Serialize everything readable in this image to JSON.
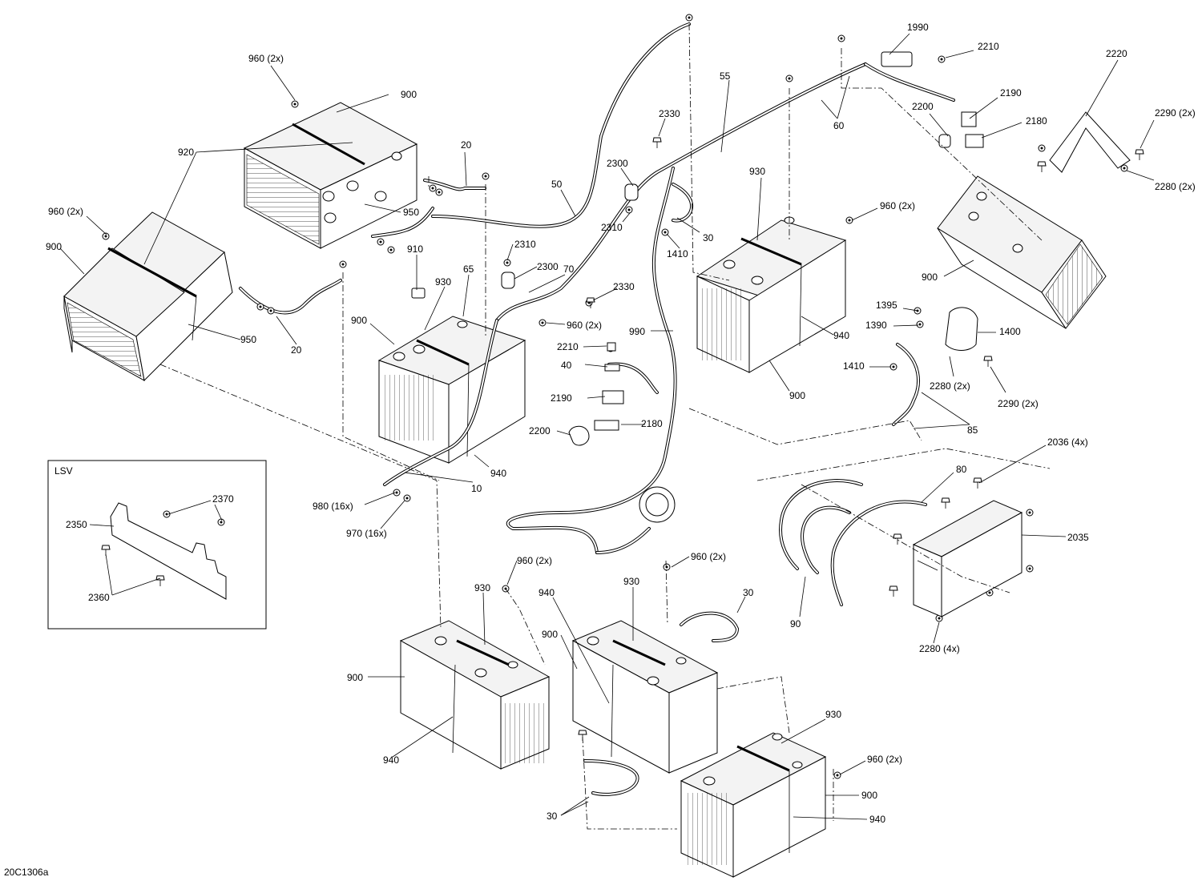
{
  "figure_code": "20C1306a",
  "inset": {
    "title": "LSV"
  },
  "labels": [
    {
      "id": "l1",
      "text": "960 (2x)"
    },
    {
      "id": "l2",
      "text": "900"
    },
    {
      "id": "l3",
      "text": "920"
    },
    {
      "id": "l4",
      "text": "20"
    },
    {
      "id": "l5",
      "text": "960 (2x)"
    },
    {
      "id": "l6",
      "text": "900"
    },
    {
      "id": "l7",
      "text": "950"
    },
    {
      "id": "l8",
      "text": "50"
    },
    {
      "id": "l9",
      "text": "910"
    },
    {
      "id": "l10",
      "text": "65"
    },
    {
      "id": "l11",
      "text": "930"
    },
    {
      "id": "l12",
      "text": "900"
    },
    {
      "id": "l13",
      "text": "950"
    },
    {
      "id": "l14",
      "text": "20"
    },
    {
      "id": "l15",
      "text": "2310"
    },
    {
      "id": "l16",
      "text": "2300"
    },
    {
      "id": "l17",
      "text": "70"
    },
    {
      "id": "l18",
      "text": "2330"
    },
    {
      "id": "l19",
      "text": "960 (2x)"
    },
    {
      "id": "l20",
      "text": "2330"
    },
    {
      "id": "l21",
      "text": "2300"
    },
    {
      "id": "l22",
      "text": "2310"
    },
    {
      "id": "l23",
      "text": "30"
    },
    {
      "id": "l24",
      "text": "1410"
    },
    {
      "id": "l25",
      "text": "55"
    },
    {
      "id": "l26",
      "text": "1990"
    },
    {
      "id": "l27",
      "text": "2210"
    },
    {
      "id": "l28",
      "text": "60"
    },
    {
      "id": "l29",
      "text": "2200"
    },
    {
      "id": "l30",
      "text": "2190"
    },
    {
      "id": "l31",
      "text": "2180"
    },
    {
      "id": "l32",
      "text": "2220"
    },
    {
      "id": "l33",
      "text": "2290 (2x)"
    },
    {
      "id": "l34",
      "text": "2280 (2x)"
    },
    {
      "id": "l35",
      "text": "930"
    },
    {
      "id": "l36",
      "text": "960 (2x)"
    },
    {
      "id": "l37",
      "text": "900"
    },
    {
      "id": "l38",
      "text": "940"
    },
    {
      "id": "l39",
      "text": "900"
    },
    {
      "id": "l40",
      "text": "990"
    },
    {
      "id": "l41",
      "text": "2210"
    },
    {
      "id": "l42",
      "text": "40"
    },
    {
      "id": "l43",
      "text": "2190"
    },
    {
      "id": "l44",
      "text": "2180"
    },
    {
      "id": "l45",
      "text": "2200"
    },
    {
      "id": "l46",
      "text": "1395"
    },
    {
      "id": "l47",
      "text": "1390"
    },
    {
      "id": "l48",
      "text": "1400"
    },
    {
      "id": "l49",
      "text": "1410"
    },
    {
      "id": "l50",
      "text": "2280 (2x)"
    },
    {
      "id": "l51",
      "text": "2290 (2x)"
    },
    {
      "id": "l52",
      "text": "85"
    },
    {
      "id": "l53",
      "text": "940"
    },
    {
      "id": "l54",
      "text": "10"
    },
    {
      "id": "l55",
      "text": "980 (16x)"
    },
    {
      "id": "l56",
      "text": "970 (16x)"
    },
    {
      "id": "l57",
      "text": "2036 (4x)"
    },
    {
      "id": "l58",
      "text": "80"
    },
    {
      "id": "l59",
      "text": "2035"
    },
    {
      "id": "l60",
      "text": "90"
    },
    {
      "id": "l61",
      "text": "2280 (4x)"
    },
    {
      "id": "l62",
      "text": "2370"
    },
    {
      "id": "l63",
      "text": "2350"
    },
    {
      "id": "l64",
      "text": "2360"
    },
    {
      "id": "l65",
      "text": "960 (2x)"
    },
    {
      "id": "l66",
      "text": "930"
    },
    {
      "id": "l67",
      "text": "900"
    },
    {
      "id": "l68",
      "text": "940"
    },
    {
      "id": "l69",
      "text": "960 (2x)"
    },
    {
      "id": "l70",
      "text": "930"
    },
    {
      "id": "l71",
      "text": "940"
    },
    {
      "id": "l72",
      "text": "900"
    },
    {
      "id": "l73",
      "text": "30"
    },
    {
      "id": "l74",
      "text": "930"
    },
    {
      "id": "l75",
      "text": "960 (2x)"
    },
    {
      "id": "l76",
      "text": "900"
    },
    {
      "id": "l77",
      "text": "940"
    },
    {
      "id": "l78",
      "text": "30"
    }
  ]
}
